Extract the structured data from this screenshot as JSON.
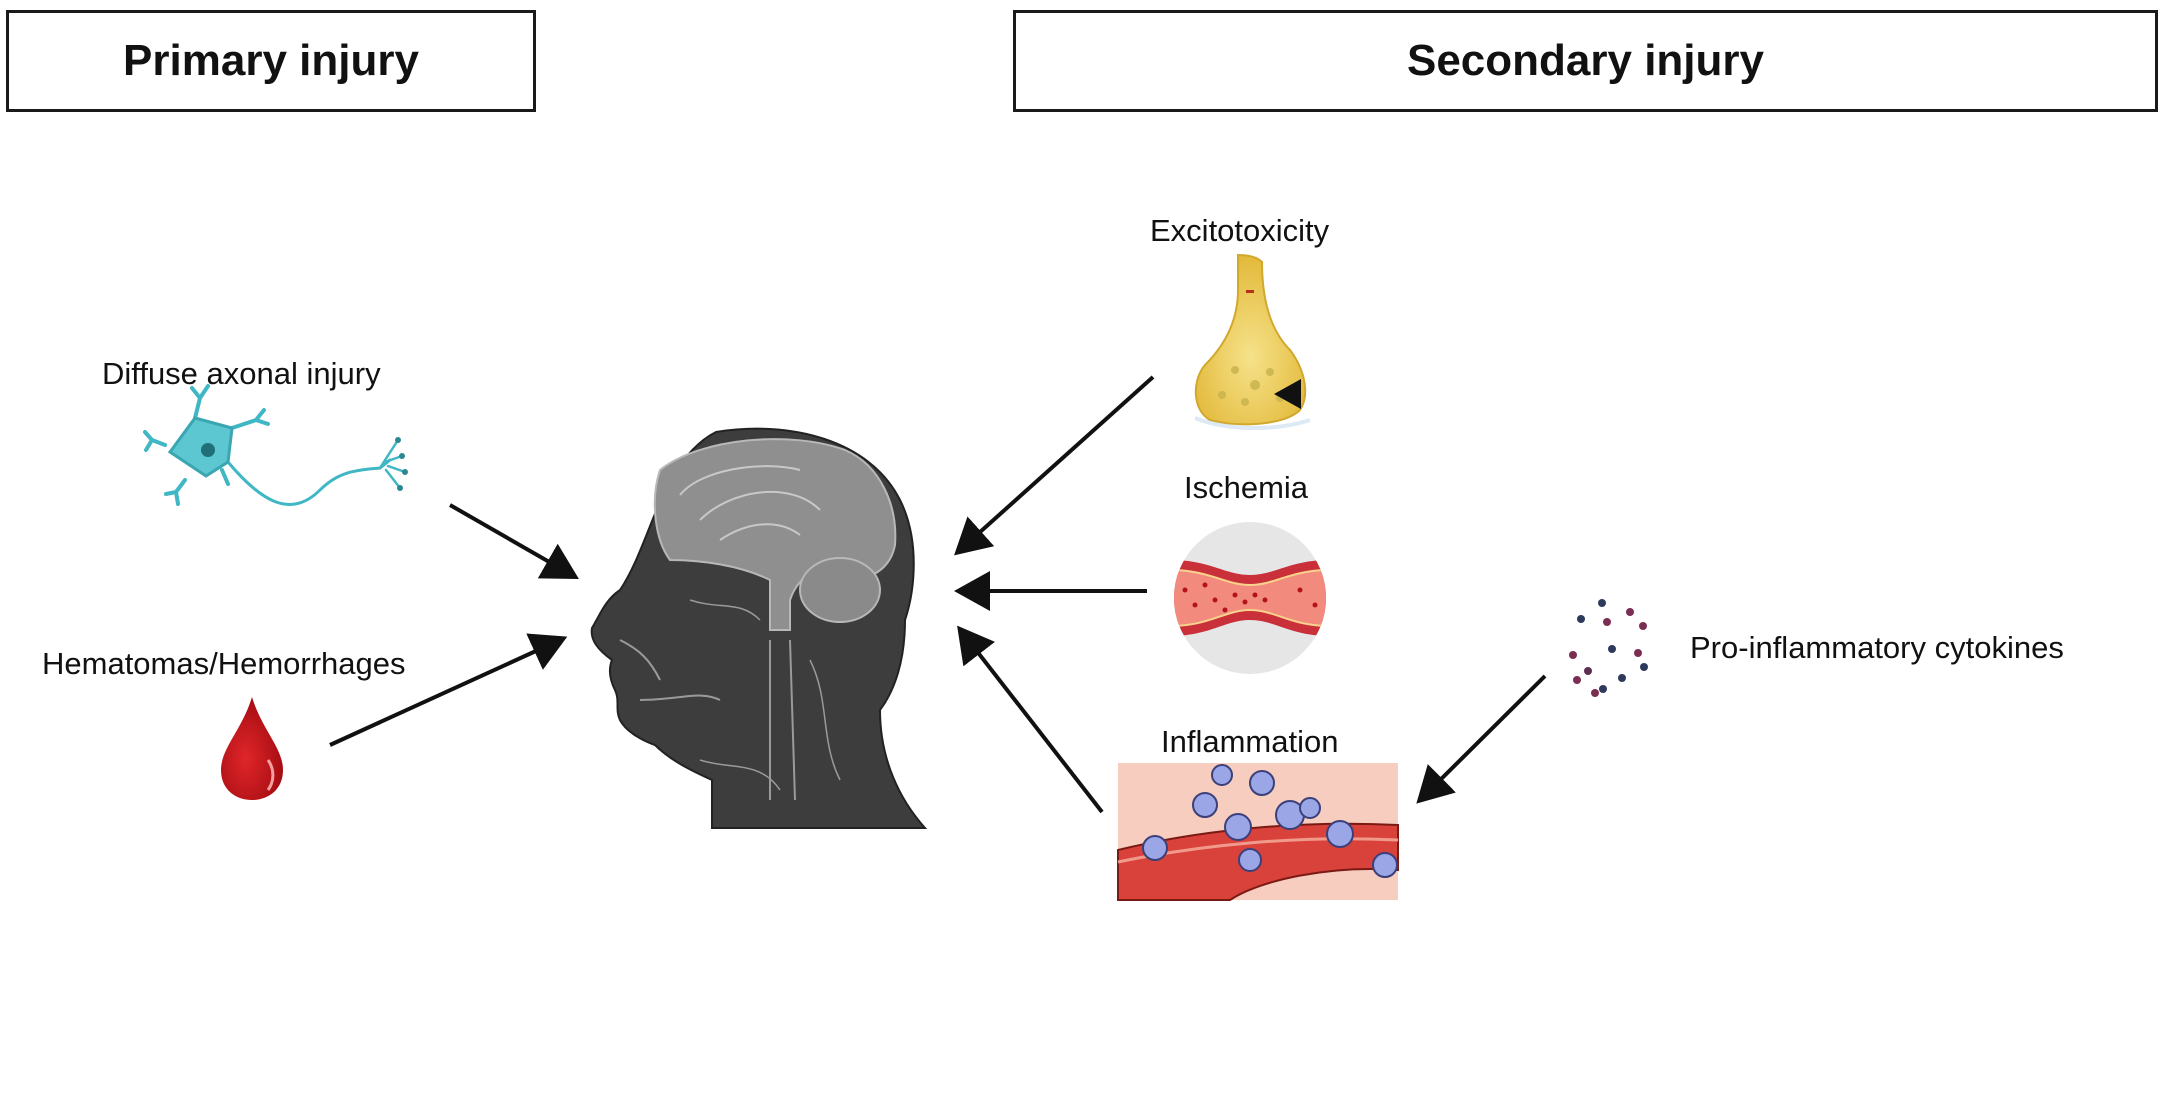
{
  "headers": {
    "primary": "Primary injury",
    "secondary": "Secondary injury"
  },
  "primary_causes": [
    {
      "label": "Diffuse axonal injury",
      "icon": "neuron-icon"
    },
    {
      "label": "Hematomas/Hemorrhages",
      "icon": "blood-drop-icon"
    }
  ],
  "center": {
    "icon": "head-brain-icon",
    "description": "Sagittal view of human head showing brain"
  },
  "secondary_causes": [
    {
      "label": "Excitotoxicity",
      "icon": "synapse-terminal-icon"
    },
    {
      "label": "Ischemia",
      "icon": "narrowed-blood-vessel-icon"
    },
    {
      "label": "Inflammation",
      "icon": "inflamed-vessel-icon"
    }
  ],
  "upstream": {
    "label": "Pro-inflammatory cytokines",
    "icon": "cytokine-dots-icon",
    "feeds_into": "Inflammation"
  },
  "colors": {
    "arrow": "#111111",
    "neuron": "#3fb7c4",
    "blood": "#c8141a",
    "head_dark": "#3d3d3d",
    "brain_light": "#8f8f8f",
    "synapse": "#e8c44a",
    "vessel": "#d9423a",
    "cell": "#9aa6e6"
  }
}
